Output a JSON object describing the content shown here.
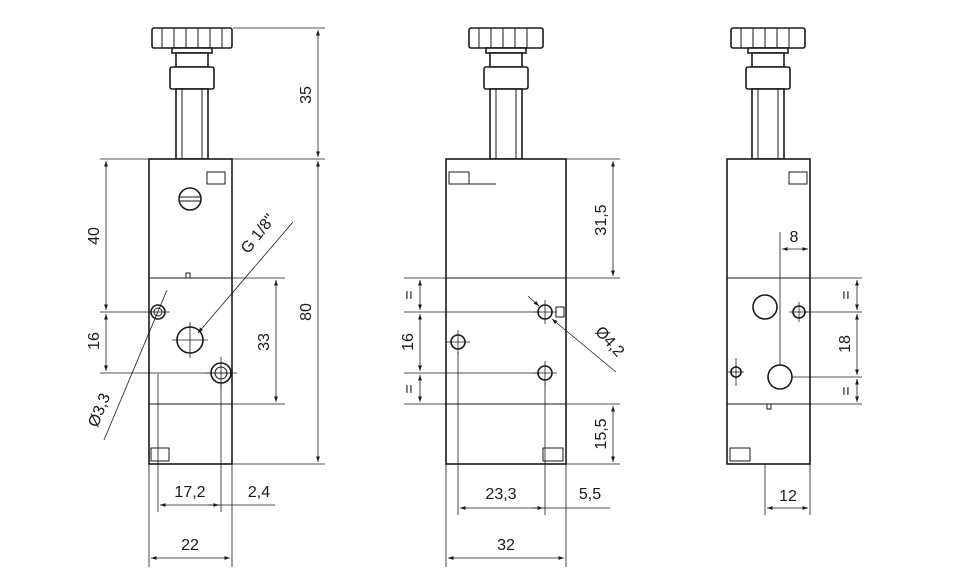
{
  "views": {
    "side": {
      "height_top": "35",
      "height_upper": "40",
      "port_spacing": "16",
      "height_total": "80",
      "port_height": "33",
      "hole_dia": "Ø3,3",
      "thread": "G 1/8\"",
      "offset_x": "17,2",
      "offset_edge": "2,4",
      "width": "22"
    },
    "front": {
      "height_upper": "31,5",
      "equal_top": "=",
      "equal_bottom": "=",
      "port_spacing": "16",
      "hole_dia": "Ø4,2",
      "height_lower": "15,5",
      "offset_x": "23,3",
      "offset_edge": "5,5",
      "width": "32"
    },
    "rear": {
      "offset_x": "8",
      "equal_top": "=",
      "port_spacing": "18",
      "equal_bottom": "=",
      "width": "12"
    }
  }
}
